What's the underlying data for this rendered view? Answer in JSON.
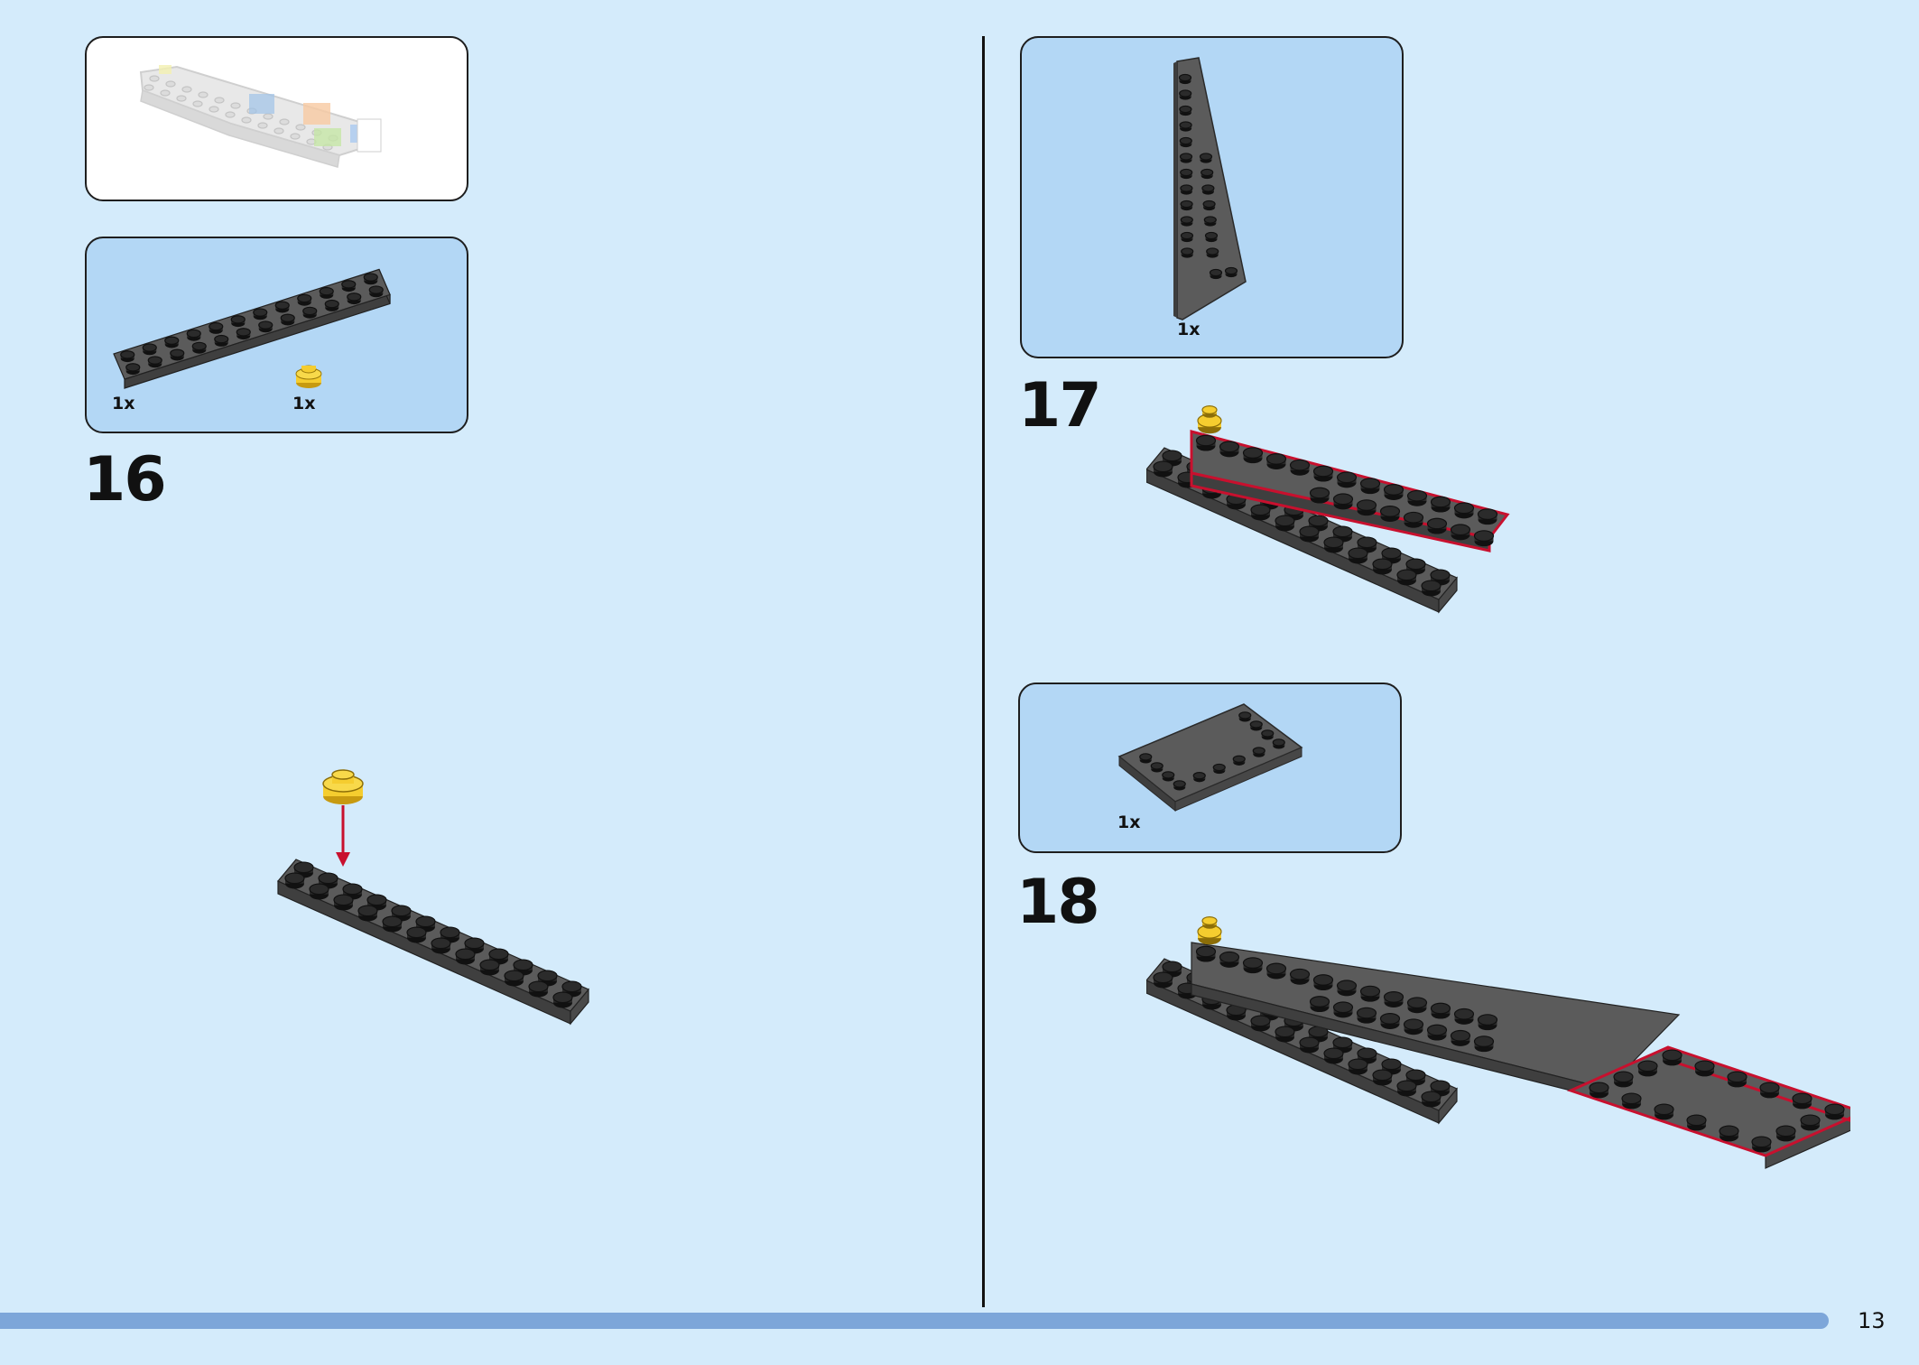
{
  "page": {
    "number": "13"
  },
  "progress_box": {},
  "steps": [
    {
      "number": "16",
      "parts": [
        {
          "qty": "1x",
          "part": "dark-gray-plate-2x12"
        },
        {
          "qty": "1x",
          "part": "yellow-round-plate-1x1"
        }
      ]
    },
    {
      "number": "17",
      "parts": [
        {
          "qty": "1x",
          "part": "dark-gray-wedge-plate"
        }
      ]
    },
    {
      "number": "18",
      "parts": [
        {
          "qty": "1x",
          "part": "dark-gray-plate-4x6"
        }
      ]
    }
  ],
  "colors": {
    "background": "#d4ebfb",
    "parts_box": "#b3d7f5",
    "brick_dark_gray": "#5b5b5b",
    "brick_yellow": "#f5cd2f",
    "highlight_red": "#c8102e",
    "progress_bar": "#7da6d9"
  }
}
